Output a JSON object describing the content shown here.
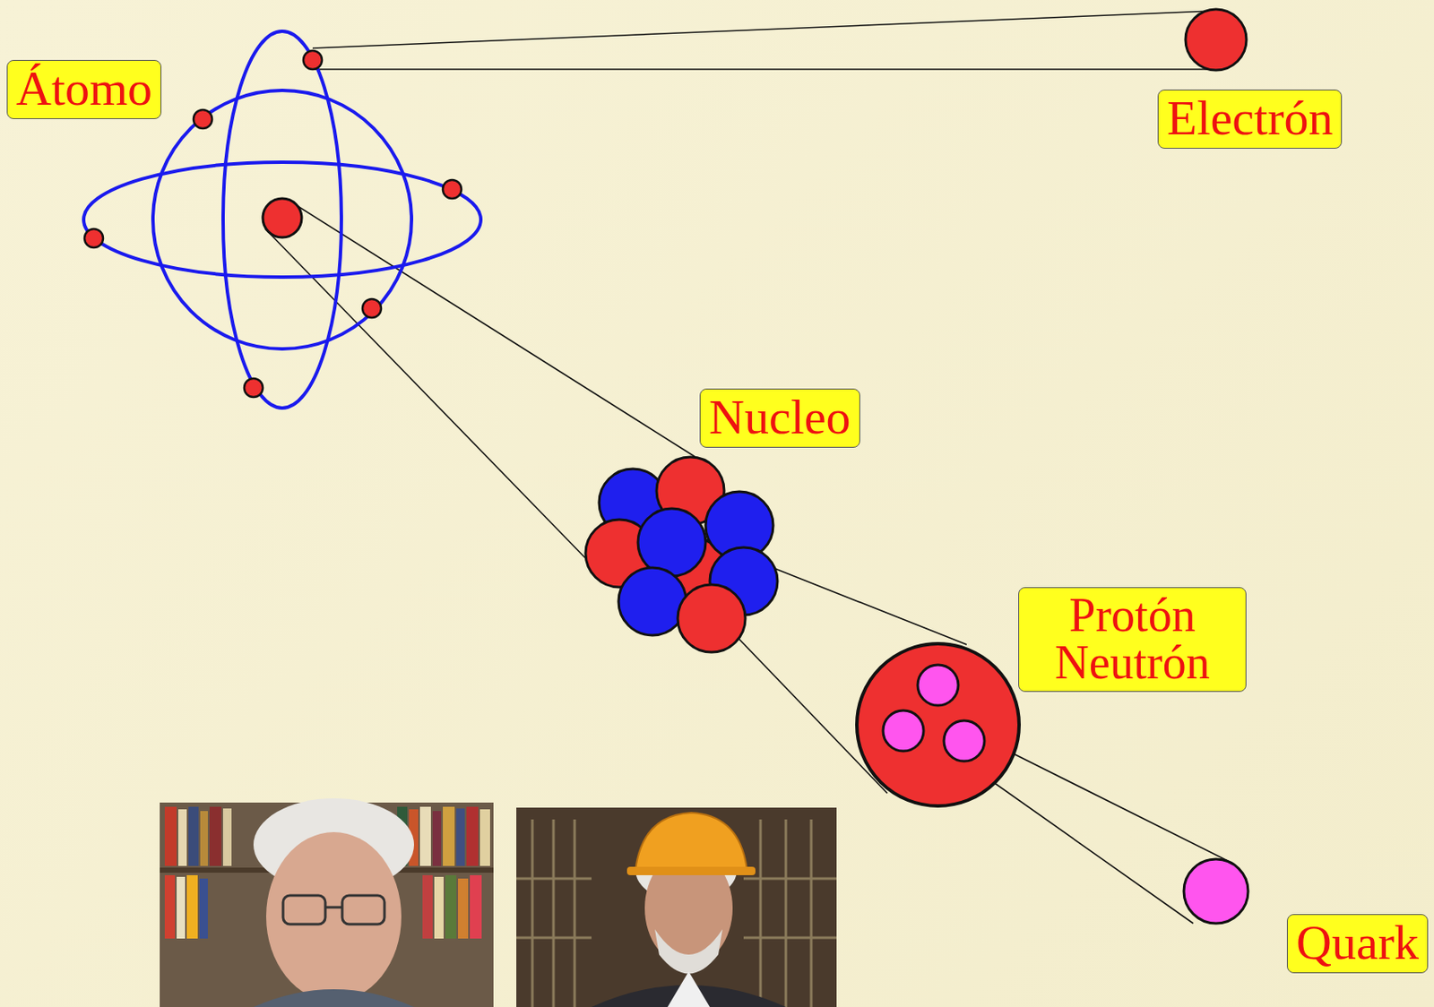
{
  "diagram": {
    "nodes": [
      {
        "text": [
          "Átomo"
        ]
      },
      {
        "text": [
          "Electrón"
        ]
      },
      {
        "text": [
          "Nucleo"
        ]
      },
      {
        "text": [
          "Protón Neutrón"
        ]
      },
      {
        "text": [
          "Quark"
        ]
      }
    ]
  }
}
